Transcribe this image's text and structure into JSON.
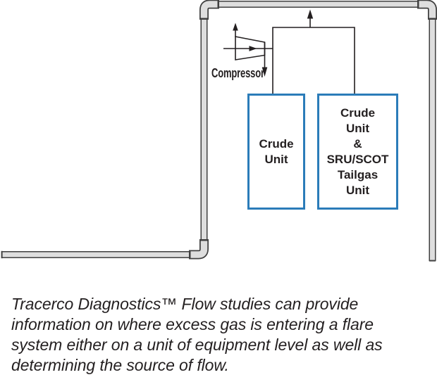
{
  "diagram": {
    "compressor_label": "Compressor",
    "units": {
      "unit1_label": "Crude\nUnit",
      "unit2_label": "Crude\nUnit\n&\nSRU/SCOT\nTailgas\nUnit"
    },
    "colors": {
      "ink": "#231f20",
      "pipe_fill": "#dedede",
      "pipe_outline": "#404040",
      "unit_border": "#2b7cb9"
    }
  },
  "caption": {
    "text": "Tracerco Diagnostics™ Flow studies can provide\ninformation on where excess gas is entering a flare\nsystem either on a unit of equipment level as well as\ndetermining the source of flow."
  }
}
